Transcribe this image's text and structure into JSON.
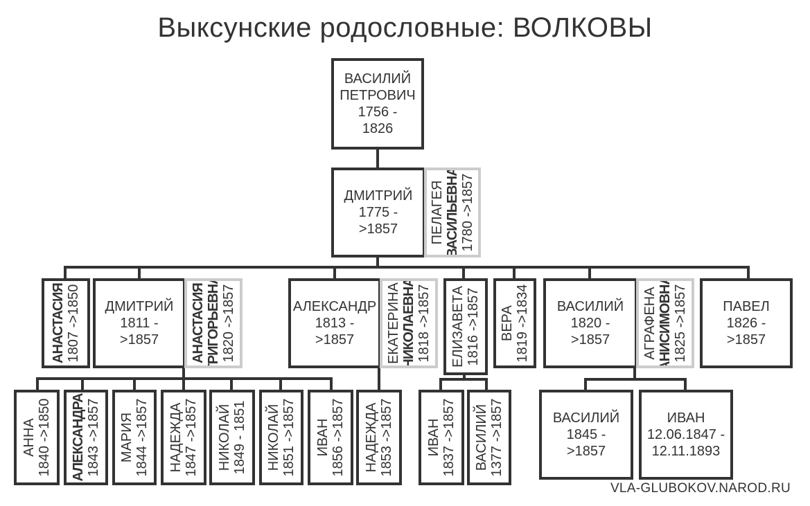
{
  "title": "Выксунские родословные: ВОЛКОВЫ",
  "footer": "VLA-GLUBOKOV.NAROD.RU",
  "root": {
    "name": "ВАСИЛИЙ",
    "patronymic": "ПЕТРОВИЧ",
    "dates1": "1756 -",
    "dates2": "1826"
  },
  "gen2": {
    "name": "ДМИТРИЙ",
    "dates1": "1775 -",
    "dates2": ">1857",
    "spouse": {
      "name": "ПЕЛАГЕЯ",
      "patronymic": "ВАСИЛЬЕВНА",
      "dates": "1780 ->1857"
    }
  },
  "gen3": {
    "anastasia": {
      "name": "АНАСТАСИЯ",
      "dates": "1807 ->1850"
    },
    "dmitriy": {
      "name": "ДМИТРИЙ",
      "dates1": "1811 -",
      "dates2": ">1857",
      "spouse": {
        "name": "АНАСТАСИЯ",
        "patronymic": "ГРИГОРЬЕВНА",
        "dates": "1820 ->1857"
      }
    },
    "aleksandr": {
      "name": "АЛЕКСАНДР",
      "dates1": "1813 -",
      "dates2": ">1857",
      "spouse": {
        "name": "ЕКАТЕРИНА",
        "patronymic": "НИКОЛАЕВНА",
        "dates": "1818 ->1857"
      }
    },
    "elizaveta": {
      "name": "ЕЛИЗАВЕТА",
      "dates": "1816 ->1857"
    },
    "vera": {
      "name": "ВЕРА",
      "dates": "1819 ->1834"
    },
    "vasiliy": {
      "name": "ВАСИЛИЙ",
      "dates1": "1820 -",
      "dates2": ">1857",
      "spouse": {
        "name": "АГРАФЕНА",
        "patronymic": "АНИСИМОВНА",
        "dates": "1825 ->1857"
      }
    },
    "pavel": {
      "name": "ПАВЕЛ",
      "dates1": "1826 -",
      "dates2": ">1857"
    }
  },
  "gen4": {
    "anna": {
      "name": "АННА",
      "dates": "1840 ->1850"
    },
    "aleksandra": {
      "name": "АЛЕКСАНДРА",
      "dates": "1843 ->1857"
    },
    "mariya": {
      "name": "МАРИЯ",
      "dates": "1844 ->1857"
    },
    "nadezhda1": {
      "name": "НАДЕЖДА",
      "dates": "1847 ->1857"
    },
    "nikolay1": {
      "name": "НИКОЛАЙ",
      "dates": "1849 - 1851"
    },
    "nikolay2": {
      "name": "НИКОЛАЙ",
      "dates": "1851 ->1857"
    },
    "ivan1": {
      "name": "ИВАН",
      "dates": "1856 ->1857"
    },
    "nadezhda2": {
      "name": "НАДЕЖДА",
      "dates": "1853 ->1857"
    },
    "ivan2": {
      "name": "ИВАН",
      "dates": "1837 ->1857"
    },
    "vasiliy2": {
      "name": "ВАСИЛИЙ",
      "dates": "1377 ->1857"
    },
    "vasiliy3": {
      "name": "ВАСИЛИЙ",
      "dates1": "1845 -",
      "dates2": ">1857"
    },
    "ivan3": {
      "name": "ИВАН",
      "dates1": "12.06.1847 -",
      "dates2": "12.11.1893"
    }
  }
}
